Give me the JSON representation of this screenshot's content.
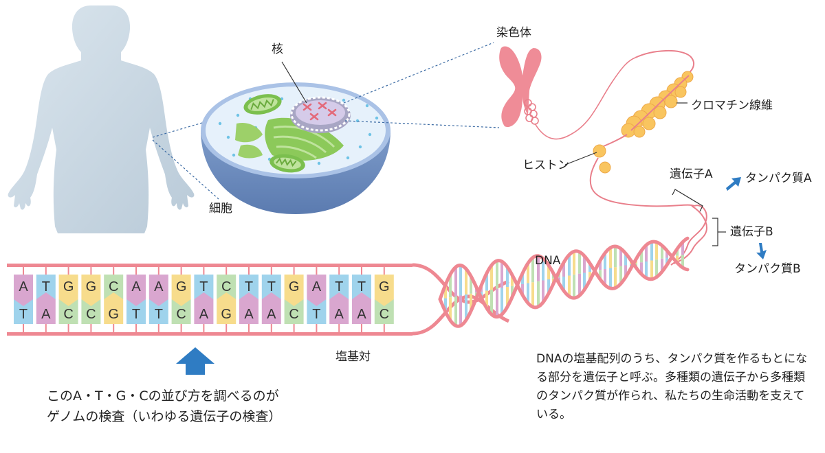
{
  "labels": {
    "nucleus": "核",
    "chromosome": "染色体",
    "chromatin": "クロマチン線維",
    "histone": "ヒストン",
    "gene_a": "遺伝子A",
    "protein_a": "タンパク質A",
    "gene_b": "遺伝子B",
    "protein_b": "タンパク質B",
    "cell": "細胞",
    "dna": "DNA",
    "base_pair": "塩基対"
  },
  "bases": {
    "top": [
      "A",
      "T",
      "G",
      "G",
      "C",
      "A",
      "A",
      "G",
      "T",
      "C",
      "T",
      "T",
      "G",
      "A",
      "T",
      "T",
      "G"
    ],
    "bottom": [
      "T",
      "A",
      "C",
      "C",
      "G",
      "T",
      "T",
      "C",
      "A",
      "G",
      "A",
      "A",
      "C",
      "T",
      "A",
      "A",
      "C"
    ]
  },
  "colors": {
    "A": "#d9a6cf",
    "T": "#9fd3ec",
    "G": "#f7dc8c",
    "C": "#bfe0b3",
    "backbone": "#ee8892",
    "arrow": "#2f7cc3"
  },
  "caption_left": {
    "line1": "このA・T・G・Cの並び方を調べるのが",
    "line2": "ゲノムの検査（いわゆる遺伝子の検査）"
  },
  "caption_right": "DNAの塩基配列のうち、タンパク質を作るもとになる部分を遺伝子と呼ぶ。多種類の遺伝子から多種類のタンパク質が作られ、私たちの生命活動を支えている。"
}
